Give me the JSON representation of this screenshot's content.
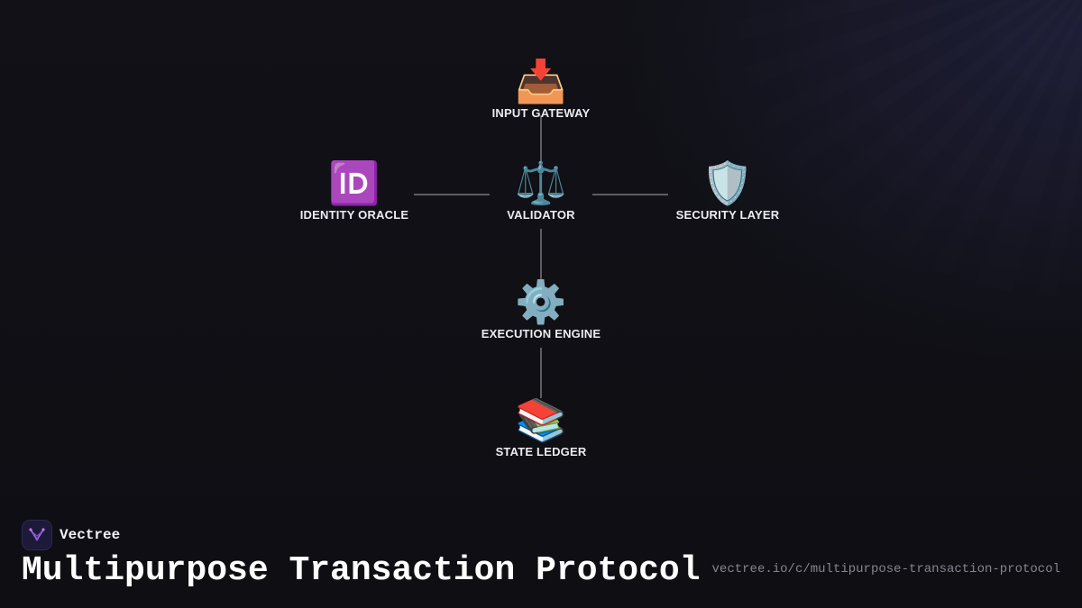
{
  "nodes": {
    "input_gateway": {
      "icon": "📥",
      "icon_name": "inbox-tray-icon",
      "label": "INPUT GATEWAY"
    },
    "identity_oracle": {
      "icon": "🆔",
      "icon_name": "id-icon",
      "label": "IDENTITY ORACLE"
    },
    "validator": {
      "icon": "⚖️",
      "icon_name": "balance-scale-icon",
      "label": "VALIDATOR"
    },
    "security_layer": {
      "icon": "🛡️",
      "icon_name": "shield-icon",
      "label": "SECURITY LAYER"
    },
    "execution_engine": {
      "icon": "⚙️",
      "icon_name": "gear-icon",
      "label": "EXECUTION ENGINE"
    },
    "state_ledger": {
      "icon": "📚",
      "icon_name": "books-icon",
      "label": "STATE LEDGER"
    }
  },
  "edges": [
    {
      "from": "input_gateway",
      "to": "validator"
    },
    {
      "from": "identity_oracle",
      "to": "validator"
    },
    {
      "from": "validator",
      "to": "security_layer"
    },
    {
      "from": "validator",
      "to": "execution_engine"
    },
    {
      "from": "execution_engine",
      "to": "state_ledger"
    }
  ],
  "brand": {
    "name": "Vectree",
    "logo_icon": "vectree-logo-icon"
  },
  "title": "Multipurpose Transaction Protocol",
  "url": "vectree.io/c/multipurpose-transaction-protocol",
  "colors": {
    "background": "#0f0f14",
    "edge": "#5c5c66",
    "label": "#ececf1",
    "url": "#85858f",
    "logo_accent": "#a060e8"
  }
}
